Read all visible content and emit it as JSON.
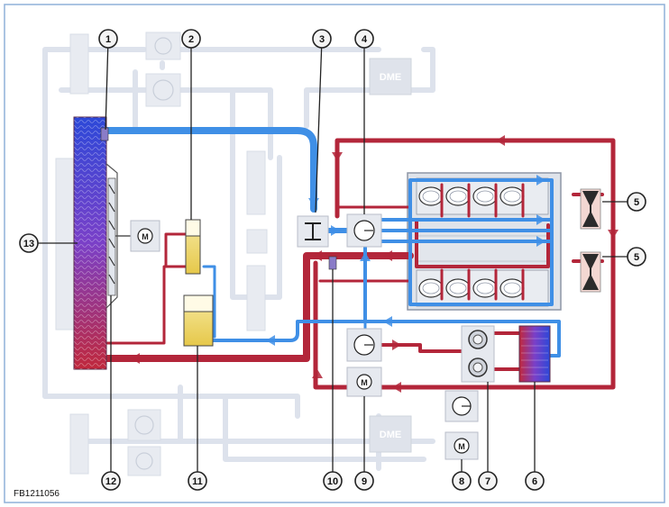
{
  "figure_code": "FB1211056",
  "ghost_labels": [
    "DME",
    "DME"
  ],
  "callouts": [
    "1",
    "2",
    "3",
    "4",
    "5",
    "5",
    "6",
    "7",
    "8",
    "9",
    "10",
    "11",
    "12",
    "13"
  ],
  "colors": {
    "frame": "#8fb0d8",
    "hot_coolant": "#b3263a",
    "cold_coolant": "#3f8fe6",
    "ghost_lines": "#dde2ec"
  },
  "icons": [
    "radiator",
    "fan",
    "electric-motor",
    "pump",
    "thermostat",
    "expansion-tank",
    "engine-block",
    "heater-core",
    "heater-valve",
    "turbocharger",
    "temperature-sensor",
    "bleed-valve"
  ]
}
